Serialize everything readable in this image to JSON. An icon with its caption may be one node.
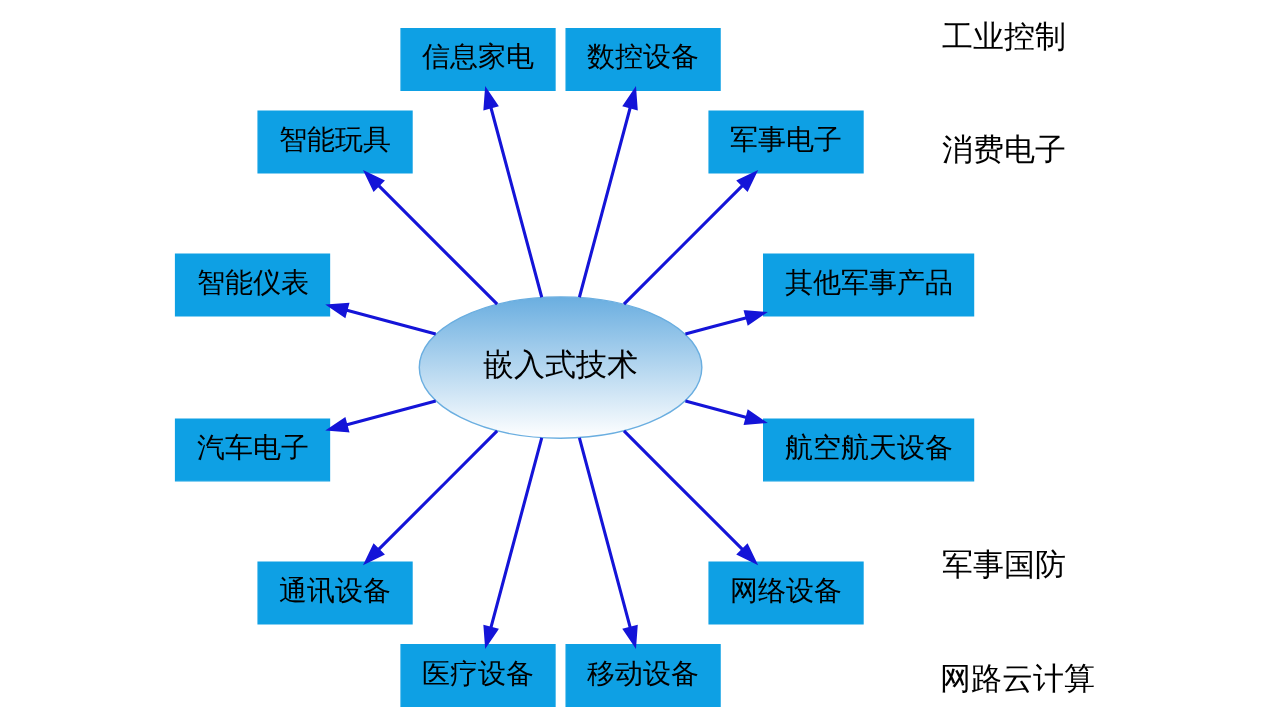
{
  "diagram": {
    "nodes": [
      {
        "text": [
          "嵌入式技术"
        ]
      },
      {
        "text": [
          "其他军事产品"
        ]
      },
      {
        "text": [
          "军事电子"
        ]
      },
      {
        "text": [
          "数控设备"
        ]
      },
      {
        "text": [
          "信息家电"
        ]
      },
      {
        "text": [
          "智能玩具"
        ]
      },
      {
        "text": [
          "智能仪表"
        ]
      },
      {
        "text": [
          "汽车电子"
        ]
      },
      {
        "text": [
          "通讯设备"
        ]
      },
      {
        "text": [
          "医疗设备"
        ]
      },
      {
        "text": [
          "移动设备"
        ]
      },
      {
        "text": [
          "网络设备"
        ]
      },
      {
        "text": [
          "航空航天设备"
        ]
      }
    ],
    "edges": [
      {
        "from": 0,
        "to": 1,
        "arrow": "to"
      },
      {
        "from": 0,
        "to": 2,
        "arrow": "to"
      },
      {
        "from": 0,
        "to": 3,
        "arrow": "to"
      },
      {
        "from": 0,
        "to": 4,
        "arrow": "to"
      },
      {
        "from": 0,
        "to": 5,
        "arrow": "to"
      },
      {
        "from": 0,
        "to": 6,
        "arrow": "to"
      },
      {
        "from": 0,
        "to": 7,
        "arrow": "to"
      },
      {
        "from": 0,
        "to": 8,
        "arrow": "to"
      },
      {
        "from": 0,
        "to": 9,
        "arrow": "to"
      },
      {
        "from": 0,
        "to": 10,
        "arrow": "to"
      },
      {
        "from": 0,
        "to": 11,
        "arrow": "to"
      },
      {
        "from": 0,
        "to": 12,
        "arrow": "to"
      }
    ],
    "labels": [
      "军事国防",
      "消费电子",
      "工业控制",
      "网路云计算"
    ]
  }
}
